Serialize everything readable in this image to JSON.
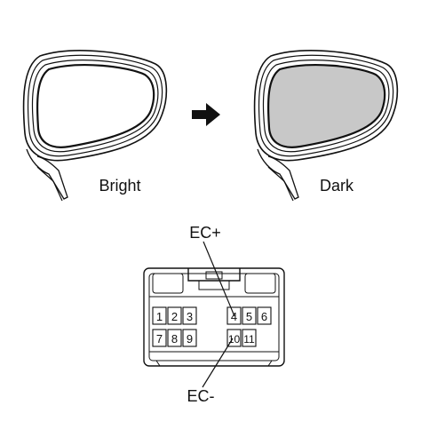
{
  "mirrors": {
    "bright_label": "Bright",
    "dark_label": "Dark",
    "dark_fill": "#c8c8c8"
  },
  "arrow_icon": "right-arrow-icon",
  "connector": {
    "pin_label_top": "EC+",
    "pin_label_bottom": "EC-",
    "pins_row1": [
      "1",
      "2",
      "3",
      "4",
      "5",
      "6"
    ],
    "pins_row2": [
      "7",
      "8",
      "9",
      "10",
      "11"
    ]
  }
}
